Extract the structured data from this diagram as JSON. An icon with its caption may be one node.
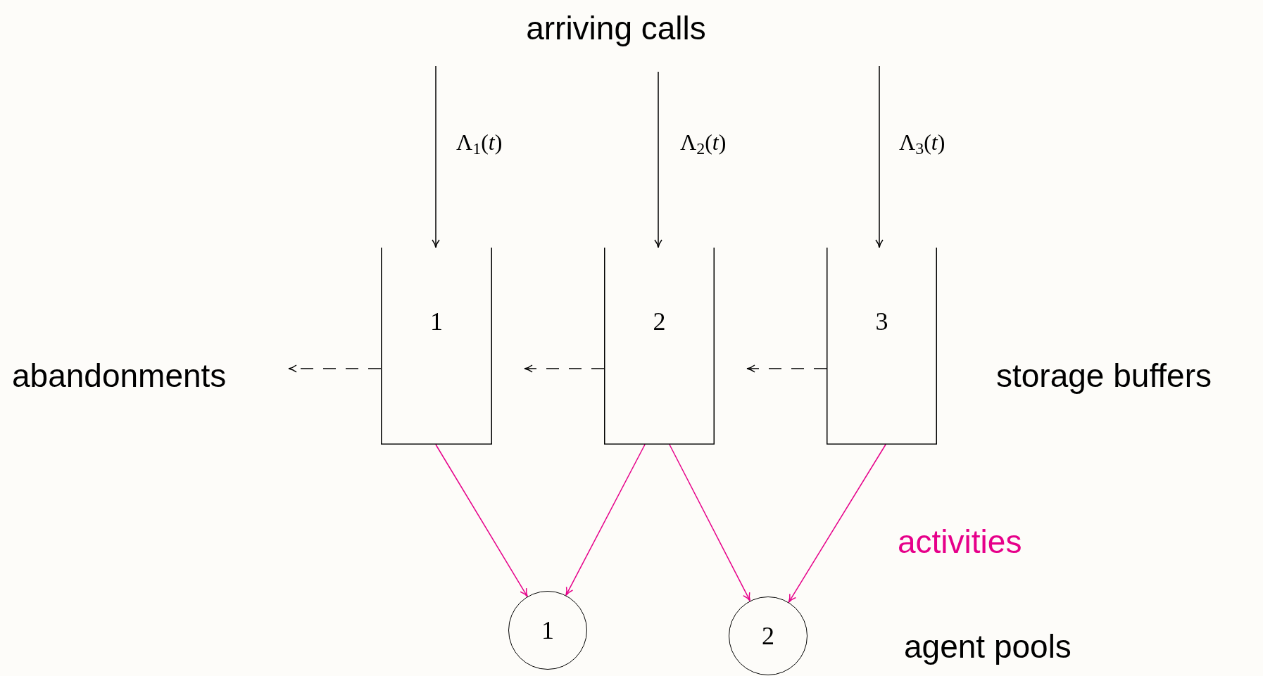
{
  "diagram": {
    "nodes": [
      {
        "text": [
          "1"
        ]
      },
      {
        "text": [
          "2"
        ]
      },
      {
        "text": [
          "3"
        ]
      },
      {
        "text": [
          "1"
        ]
      },
      {
        "text": [
          "2"
        ]
      }
    ],
    "edges": [
      {
        "from": null,
        "to": 0,
        "arrow": "to",
        "label": "Λ$_{1}$(*t*)"
      },
      {
        "from": null,
        "to": 1,
        "arrow": "to",
        "label": "Λ$_{2}$(*t*)"
      },
      {
        "from": null,
        "to": 2,
        "arrow": "to",
        "label": "Λ$_{3}$(*t*)"
      },
      {
        "from": 0,
        "to": null,
        "arrow": "to",
        "style": "dashed"
      },
      {
        "from": 1,
        "to": null,
        "arrow": "to",
        "style": "dashed"
      },
      {
        "from": 2,
        "to": null,
        "arrow": "to",
        "style": "dashed"
      },
      {
        "from": 0,
        "to": 3,
        "arrow": "to",
        "color": "#e6008a"
      },
      {
        "from": 1,
        "to": 3,
        "arrow": "to",
        "color": "#e6008a"
      },
      {
        "from": 1,
        "to": 4,
        "arrow": "to",
        "color": "#e6008a"
      },
      {
        "from": 2,
        "to": 4,
        "arrow": "to",
        "color": "#e6008a"
      }
    ],
    "labels": [
      "arriving calls",
      "abandonments",
      "storage buffers",
      "activities",
      "agent pools"
    ]
  }
}
